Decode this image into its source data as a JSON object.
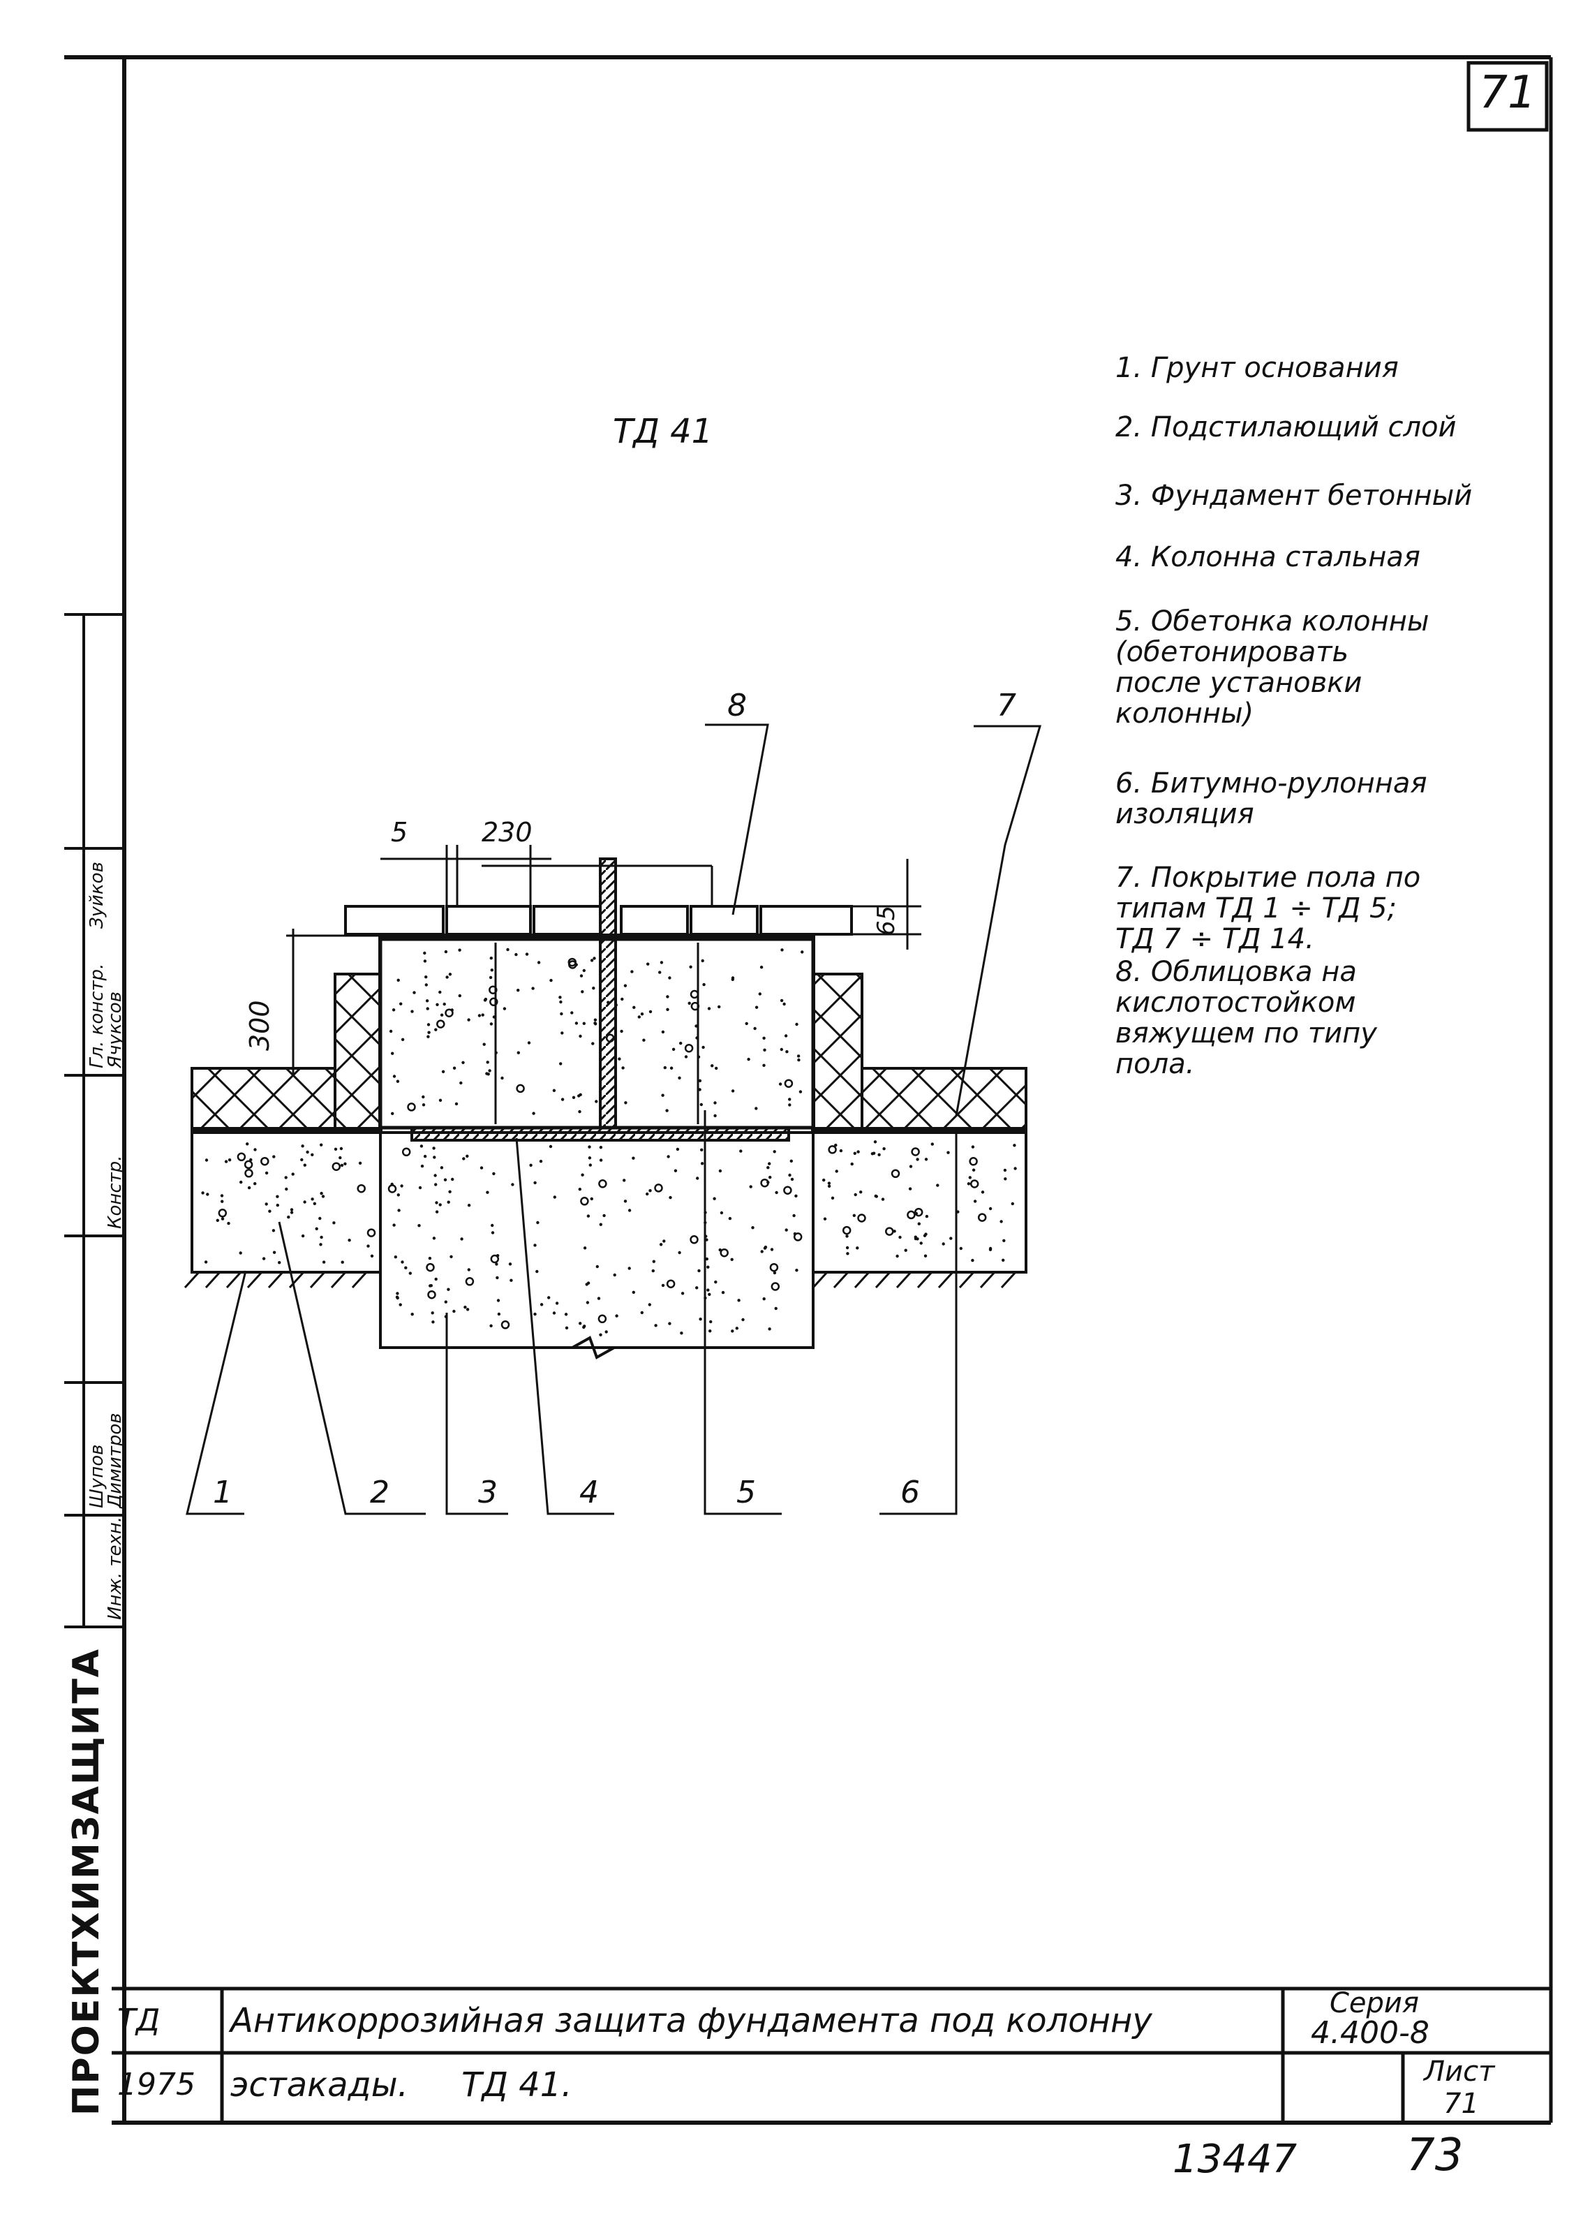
{
  "sheet_number": "71",
  "drawing_title": "ТД 41",
  "legend": [
    "1. Грунт основания",
    "2. Подстилающий слой",
    "3. Фундамент бетонный",
    "4. Колонна стальная",
    "5. Обетонка колонны\n(обетонировать\nпосле установки\nколонны)",
    "6. Битумно-рулонная\nизоляция",
    "7. Покрытие пола по\nтипам ТД 1 ÷ ТД 5;\nТД 7 ÷ ТД 14.",
    "8. Облицовка на\nкислотостойком\nвяжущем по типу\nпола."
  ],
  "callouts": [
    "1",
    "2",
    "3",
    "4",
    "5",
    "6",
    "7",
    "8"
  ],
  "dimensions": {
    "joint": "5",
    "tile": "230",
    "height": "300",
    "thickness": "65"
  },
  "title_block": {
    "code": "ТД",
    "year": "1975",
    "description_line1": "Антикоррозийная защита фундамента под колонну",
    "description_line2": "эстакады.     ТД 41.",
    "series_label": "Серия",
    "series_value": "4.400-8",
    "sheet_label": "Лист",
    "sheet_value": "71"
  },
  "bottom_numbers": {
    "archive": "13447",
    "page": "73"
  },
  "side_stamp": {
    "organization": "ПРОЕКТХИМЗАЩИТА",
    "rows": [
      "Гл. констр.",
      "Констр.",
      "Инж. техн.",
      "Зуйков",
      "Ячуксов",
      "Шупов",
      "Димитров"
    ]
  }
}
